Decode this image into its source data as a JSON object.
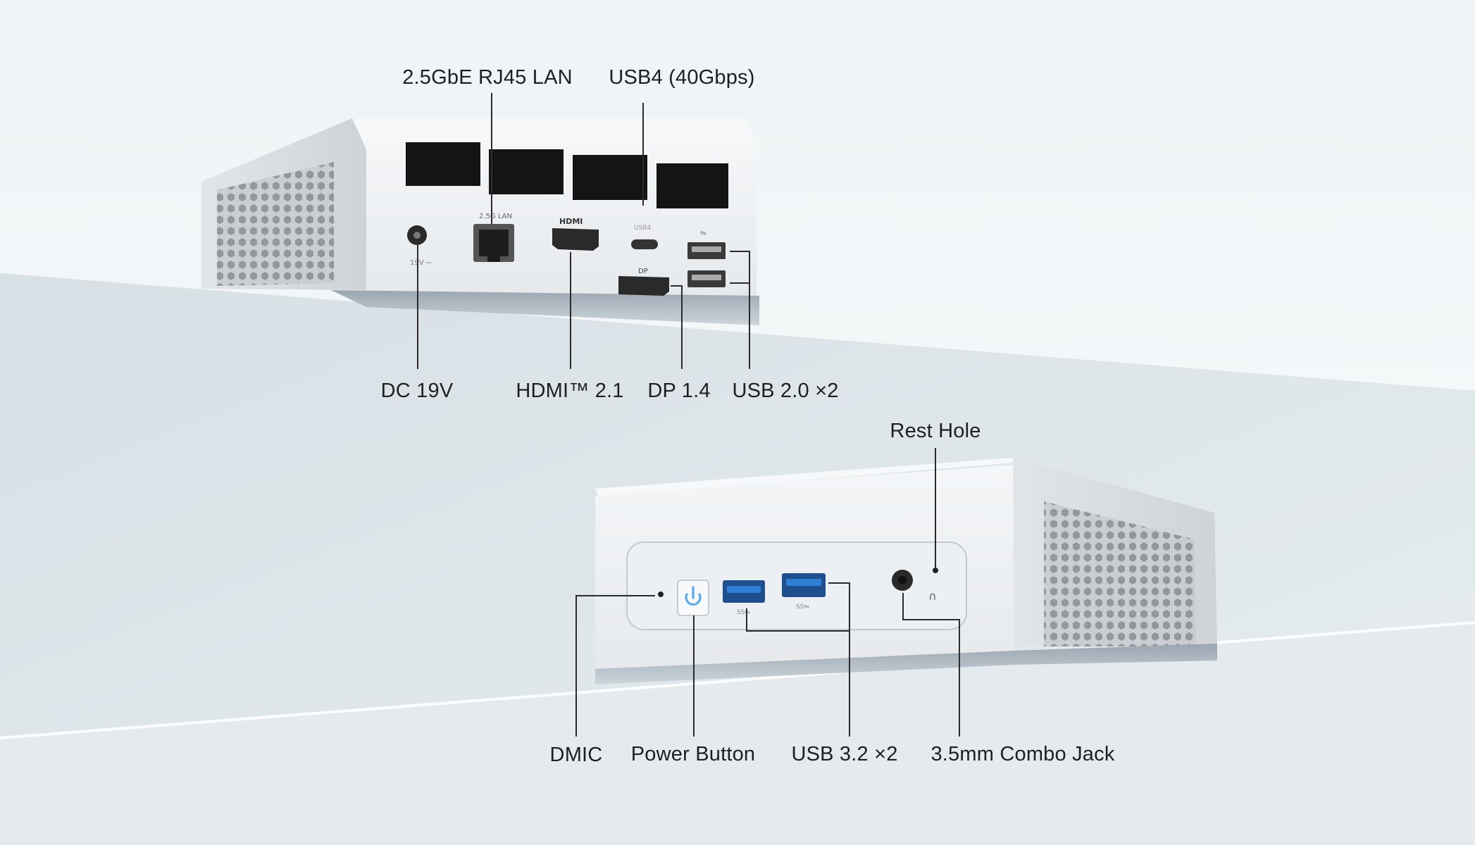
{
  "labels": {
    "lan": "2.5GbE RJ45 LAN",
    "usb4": "USB4 (40Gbps)",
    "dc": "DC 19V",
    "hdmi": "HDMI™ 2.1",
    "dp": "DP 1.4",
    "usb2": "USB 2.0 ×2",
    "rest_hole": "Rest Hole",
    "dmic": "DMIC",
    "power_button": "Power Button",
    "usb32": "USB 3.2 ×2",
    "combo_jack": "3.5mm Combo Jack"
  },
  "port_markings": {
    "lan": "2.5G LAN",
    "hdmi": "HDMI",
    "usb4": "USB4",
    "dp": "DP",
    "dc": "19V ⎓"
  },
  "colors": {
    "background_top": "#fafcfd",
    "background_lower": "#dde6ea",
    "chassis": "#e9ecef",
    "vent": "#141414",
    "usb3_blue": "#2f7fd6",
    "power_icon": "#59a9ee",
    "label_text": "#1e1f22"
  }
}
